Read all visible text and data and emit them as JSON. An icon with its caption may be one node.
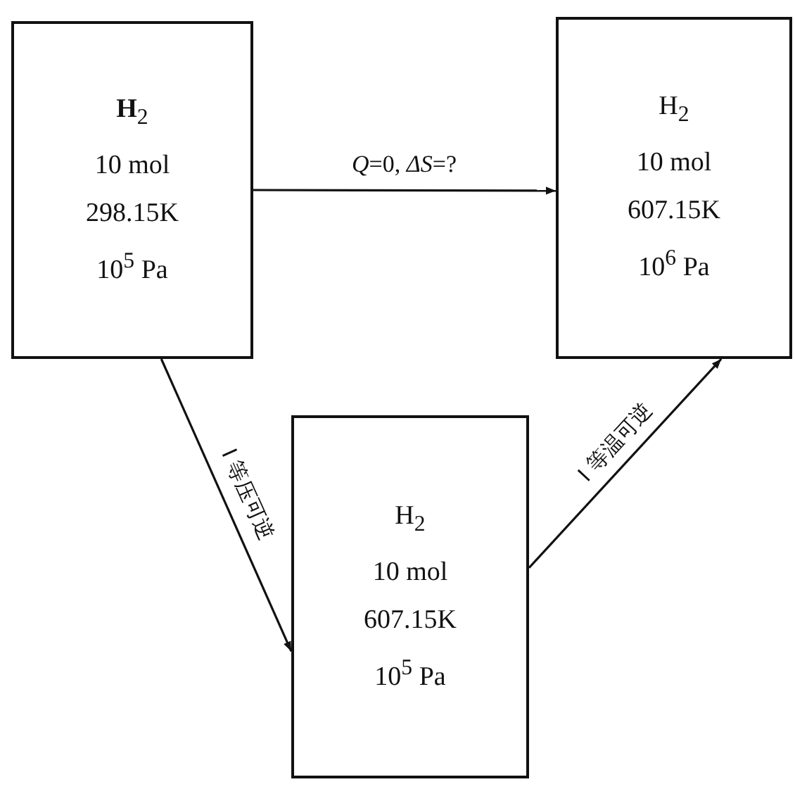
{
  "diagram": {
    "nodes": [
      {
        "text": [
          "**H**$_{2}$",
          "10 mol",
          "298.15K",
          "10$^{5}$ Pa"
        ]
      },
      {
        "text": [
          "H$_{2}$",
          "10 mol",
          "607.15K",
          "10$^{6}$ Pa"
        ]
      },
      {
        "text": [
          "H$_{2}$",
          "10 mol",
          "607.15K",
          "10$^{5}$ Pa"
        ]
      }
    ],
    "edges": [
      {
        "from": 0,
        "to": 1,
        "arrow": "to",
        "label": "*Q*=0, *ΔS*=?"
      },
      {
        "from": 0,
        "to": 2,
        "arrow": "to",
        "label": "I 等压可逆"
      },
      {
        "from": 2,
        "to": 1,
        "arrow": "to",
        "label": "I 等温可逆"
      }
    ]
  }
}
